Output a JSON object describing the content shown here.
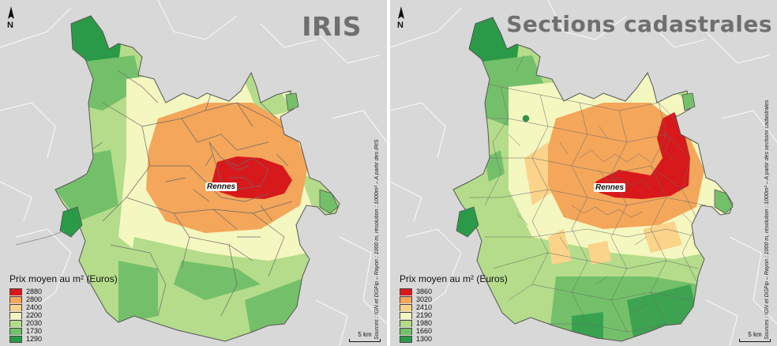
{
  "panels": [
    {
      "title": "IRIS",
      "north_label": "N",
      "city_label": "Rennes",
      "legend": {
        "title": "Prix moyen au m² (Euros)",
        "values": [
          "2880",
          "2800",
          "2400",
          "2200",
          "2030",
          "1730",
          "1290"
        ],
        "colors": [
          "#d7191c",
          "#f4a65a",
          "#fbd38a",
          "#f4f7c0",
          "#b4dc8a",
          "#74c06a",
          "#2b9a48"
        ]
      },
      "scale_label": "5 km",
      "sources": "Sources : IGN et DGFip – Rayon : 1000 m, résolution : 1000m² – A partir des IRIS"
    },
    {
      "title": "Sections cadastrales",
      "north_label": "N",
      "city_label": "Rennes",
      "legend": {
        "title": "Prix moyen au m² (Euros)",
        "values": [
          "3860",
          "3020",
          "2410",
          "2190",
          "1980",
          "1660",
          "1300"
        ],
        "colors": [
          "#d7191c",
          "#f4a65a",
          "#fbd38a",
          "#f4f7c0",
          "#b4dc8a",
          "#74c06a",
          "#2b9a48"
        ]
      },
      "scale_label": "5 km",
      "sources": "Sources : IGN et DGFip – Rayon : 1000 m, résolution : 1000m² – A partir des sections cadastrales"
    }
  ]
}
